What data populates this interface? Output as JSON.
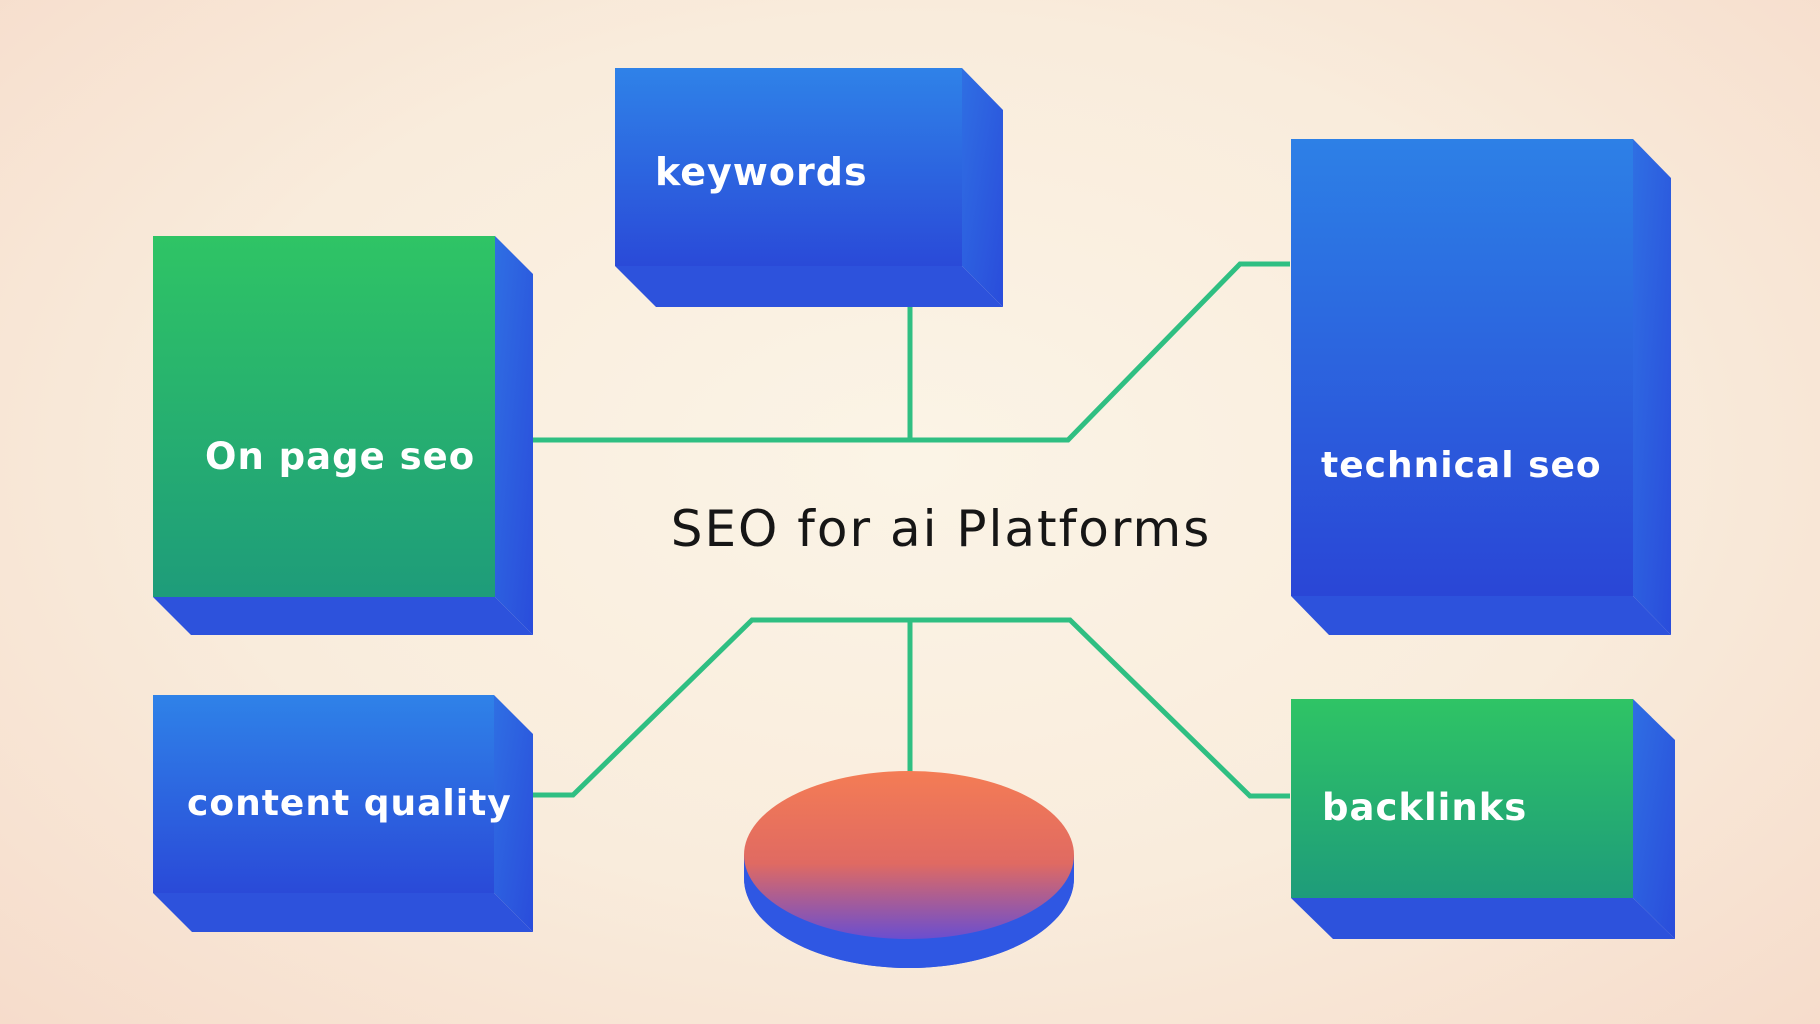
{
  "diagram": {
    "title": "SEO for ai Platforms",
    "nodes": {
      "keywords": "keywords",
      "on_page_seo": "On page seo",
      "technical_seo": "technical seo",
      "content_quality": "content quality",
      "backlinks": "backlinks"
    }
  },
  "colors": {
    "connector": "#2fbf82",
    "blue_top": "#2b7be6",
    "blue_bottom": "#2b47d9",
    "green_top": "#2ec464",
    "green_bottom": "#1ea27b",
    "side_blue": "#2e5fe0",
    "disc_top": "#f27a55",
    "disc_side": "#2f57e3"
  }
}
